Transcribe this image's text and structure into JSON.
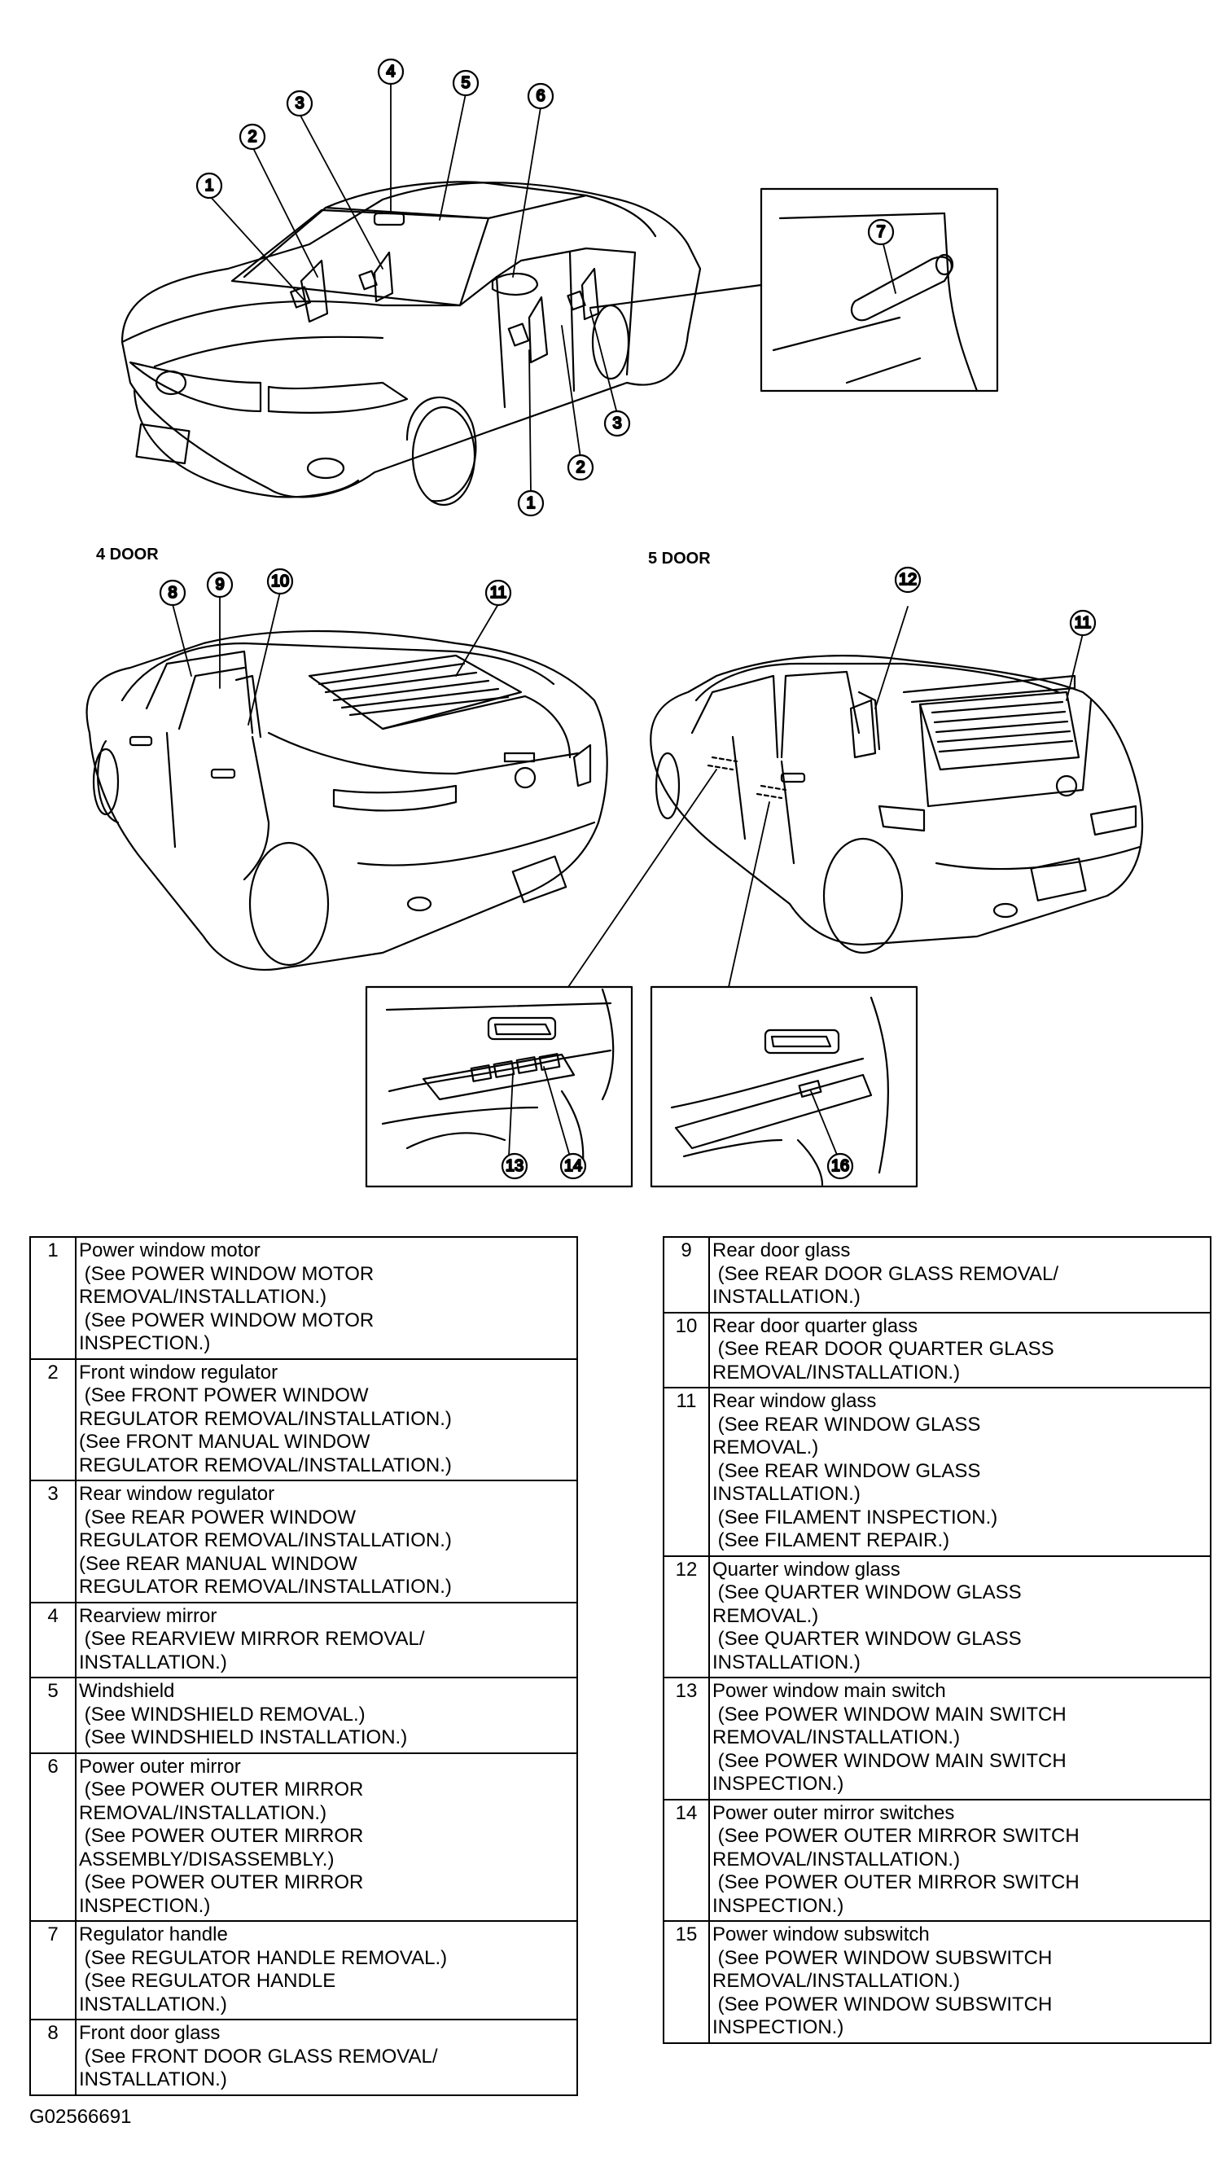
{
  "figure_id": "G02566691",
  "section_labels": {
    "four_door": "4 DOOR",
    "five_door": "5 DOOR"
  },
  "callouts": {
    "top_car": [
      "1",
      "2",
      "3",
      "4",
      "5",
      "6",
      "3",
      "2",
      "1"
    ],
    "handle_detail": "7",
    "four_door": [
      "8",
      "9",
      "10",
      "11"
    ],
    "five_door": [
      "12",
      "11"
    ],
    "detail_13_14": [
      "13",
      "14"
    ],
    "detail_16": "16"
  },
  "legend_left": [
    {
      "num": "1",
      "title": "Power window motor",
      "refs": [
        " (See POWER WINDOW MOTOR\nREMOVAL/INSTALLATION.)",
        " (See POWER WINDOW MOTOR\nINSPECTION.)"
      ]
    },
    {
      "num": "2",
      "title": "Front window regulator",
      "refs": [
        " (See FRONT POWER WINDOW\nREGULATOR REMOVAL/INSTALLATION.)",
        "(See FRONT MANUAL WINDOW\nREGULATOR REMOVAL/INSTALLATION.)"
      ]
    },
    {
      "num": "3",
      "title": "Rear window regulator",
      "refs": [
        " (See REAR POWER WINDOW\nREGULATOR REMOVAL/INSTALLATION.)",
        "(See REAR MANUAL WINDOW\nREGULATOR REMOVAL/INSTALLATION.)"
      ]
    },
    {
      "num": "4",
      "title": "Rearview mirror",
      "refs": [
        " (See REARVIEW MIRROR REMOVAL/\nINSTALLATION.)"
      ]
    },
    {
      "num": "5",
      "title": "Windshield",
      "refs": [
        " (See WINDSHIELD REMOVAL.)",
        " (See WINDSHIELD INSTALLATION.)"
      ]
    },
    {
      "num": "6",
      "title": "Power outer mirror",
      "refs": [
        " (See POWER OUTER MIRROR\nREMOVAL/INSTALLATION.)",
        " (See POWER OUTER MIRROR\nASSEMBLY/DISASSEMBLY.)",
        " (See POWER OUTER MIRROR\nINSPECTION.)"
      ]
    },
    {
      "num": "7",
      "title": "Regulator handle",
      "refs": [
        " (See REGULATOR HANDLE REMOVAL.)",
        " (See REGULATOR HANDLE\nINSTALLATION.)"
      ]
    },
    {
      "num": "8",
      "title": "Front door glass",
      "refs": [
        " (See FRONT DOOR GLASS REMOVAL/\nINSTALLATION.)"
      ]
    }
  ],
  "legend_right": [
    {
      "num": "9",
      "title": "Rear door glass",
      "refs": [
        " (See REAR DOOR GLASS REMOVAL/\nINSTALLATION.)"
      ]
    },
    {
      "num": "10",
      "title": "Rear door quarter glass",
      "refs": [
        " (See REAR DOOR QUARTER GLASS\nREMOVAL/INSTALLATION.)"
      ]
    },
    {
      "num": "11",
      "title": "Rear window glass",
      "refs": [
        " (See REAR WINDOW GLASS\nREMOVAL.)",
        " (See REAR WINDOW GLASS\nINSTALLATION.)",
        " (See FILAMENT INSPECTION.)",
        " (See FILAMENT REPAIR.)"
      ]
    },
    {
      "num": "12",
      "title": "Quarter window glass",
      "refs": [
        " (See QUARTER WINDOW GLASS\nREMOVAL.)",
        " (See QUARTER WINDOW GLASS\nINSTALLATION.)"
      ]
    },
    {
      "num": "13",
      "title": "Power window main switch",
      "refs": [
        " (See POWER WINDOW MAIN SWITCH\nREMOVAL/INSTALLATION.)",
        " (See POWER WINDOW MAIN SWITCH\nINSPECTION.)"
      ]
    },
    {
      "num": "14",
      "title": "Power outer mirror switches",
      "refs": [
        " (See POWER OUTER MIRROR SWITCH\nREMOVAL/INSTALLATION.)",
        " (See POWER OUTER MIRROR SWITCH\nINSPECTION.)"
      ]
    },
    {
      "num": "15",
      "title": "Power window subswitch",
      "refs": [
        " (See POWER WINDOW SUBSWITCH\nREMOVAL/INSTALLATION.)",
        " (See POWER WINDOW SUBSWITCH\nINSPECTION.)"
      ]
    }
  ]
}
